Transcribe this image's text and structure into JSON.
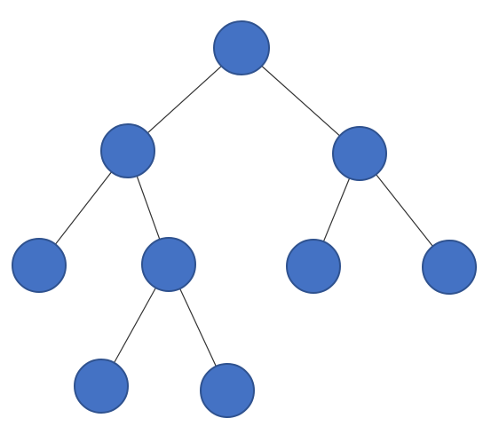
{
  "diagram": {
    "type": "tree",
    "colors": {
      "node_fill": "#4472c4",
      "node_stroke": "#2f528f",
      "edge": "#333333",
      "background": "#ffffff"
    },
    "nodes": [
      {
        "id": "n1"
      },
      {
        "id": "n2"
      },
      {
        "id": "n3"
      },
      {
        "id": "n4"
      },
      {
        "id": "n5"
      },
      {
        "id": "n6"
      },
      {
        "id": "n7"
      },
      {
        "id": "n8"
      },
      {
        "id": "n9"
      }
    ],
    "edges": [
      {
        "from": "n1",
        "to": "n2"
      },
      {
        "from": "n1",
        "to": "n3"
      },
      {
        "from": "n2",
        "to": "n4"
      },
      {
        "from": "n2",
        "to": "n5"
      },
      {
        "from": "n3",
        "to": "n6"
      },
      {
        "from": "n3",
        "to": "n7"
      },
      {
        "from": "n5",
        "to": "n8"
      },
      {
        "from": "n5",
        "to": "n9"
      }
    ]
  }
}
